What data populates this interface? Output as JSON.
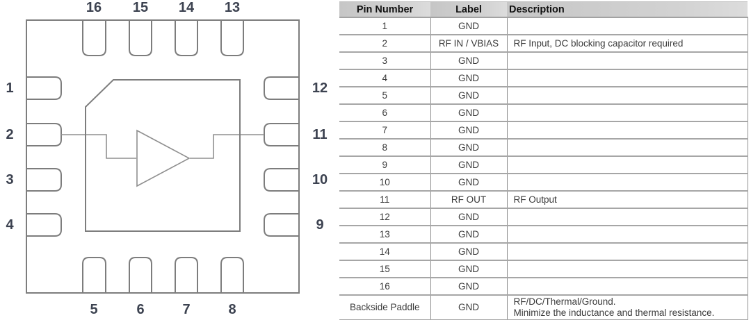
{
  "diagram": {
    "top_pin_labels": [
      "16",
      "15",
      "14",
      "13"
    ],
    "left_pin_labels": [
      "1",
      "2",
      "3",
      "4"
    ],
    "right_pin_labels": [
      "12",
      "11",
      "10",
      "9"
    ],
    "bottom_pin_labels": [
      "5",
      "6",
      "7",
      "8"
    ],
    "icons": {
      "amplifier_icon": "triangle-right-amplifier"
    }
  },
  "table": {
    "headers": [
      "Pin Number",
      "Label",
      "Description"
    ],
    "rows": [
      {
        "pin": "1",
        "label": "GND",
        "description": ""
      },
      {
        "pin": "2",
        "label": "RF IN / VBIAS",
        "description": "RF Input, DC blocking capacitor required"
      },
      {
        "pin": "3",
        "label": "GND",
        "description": ""
      },
      {
        "pin": "4",
        "label": "GND",
        "description": ""
      },
      {
        "pin": "5",
        "label": "GND",
        "description": ""
      },
      {
        "pin": "6",
        "label": "GND",
        "description": ""
      },
      {
        "pin": "7",
        "label": "GND",
        "description": ""
      },
      {
        "pin": "8",
        "label": "GND",
        "description": ""
      },
      {
        "pin": "9",
        "label": "GND",
        "description": ""
      },
      {
        "pin": "10",
        "label": "GND",
        "description": ""
      },
      {
        "pin": "11",
        "label": "RF OUT",
        "description": "RF Output"
      },
      {
        "pin": "12",
        "label": "GND",
        "description": ""
      },
      {
        "pin": "13",
        "label": "GND",
        "description": ""
      },
      {
        "pin": "14",
        "label": "GND",
        "description": ""
      },
      {
        "pin": "15",
        "label": "GND",
        "description": ""
      },
      {
        "pin": "16",
        "label": "GND",
        "description": ""
      },
      {
        "pin": "Backside Paddle",
        "label": "GND",
        "description": "RF/DC/Thermal/Ground.\nMinimize the inductance and thermal resistance."
      }
    ]
  },
  "colors": {
    "outline_gray": "#7d7d7d",
    "trace_gray": "#8f8f8f",
    "pin_label_color": "#3c4250",
    "header_bg": "#cccccc",
    "row_line": "#a6a6a6",
    "column_line": "#8f8f8f",
    "text": "#3a3a3a"
  }
}
